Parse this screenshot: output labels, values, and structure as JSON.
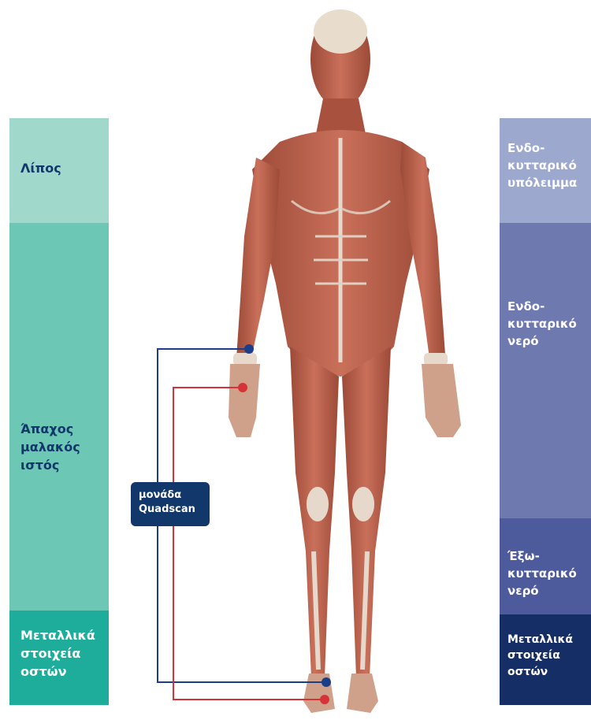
{
  "left_column": {
    "fat": "Λίπος",
    "lean_tissue": [
      "Άπαχος",
      "μαλακός",
      "ιστός"
    ],
    "bone_minerals": [
      "Μεταλλικά",
      "στοιχεία",
      "οστών"
    ]
  },
  "right_column": {
    "intracellular_residue": [
      "Ενδο-",
      "κυτταρικό",
      "υπόλειμμα"
    ],
    "intracellular_water": [
      "Ενδο-",
      "κυτταρικό",
      "νερό"
    ],
    "extracellular_water": [
      "Έξω-",
      "κυτταρικό",
      "νερό"
    ],
    "bone_minerals": [
      "Μεταλλικά",
      "στοιχεία",
      "οστών"
    ]
  },
  "device_label": [
    "μονάδα",
    "Quadscan"
  ],
  "colors": {
    "fat": "#a0d9cc",
    "lean_tissue": "#6dc7b5",
    "bone_left": "#1fad9b",
    "left_text": "#12376b",
    "bone_left_text": "#ffffff",
    "residue": "#9da8cf",
    "icw": "#6e79b0",
    "ecw": "#4d5b9c",
    "bone_right": "#152e66",
    "right_text": "#ffffff",
    "blue_lead": "#1a3e88",
    "red_lead": "#d63338",
    "muscle": "#b95a45",
    "tendon": "#e6d9cc"
  }
}
